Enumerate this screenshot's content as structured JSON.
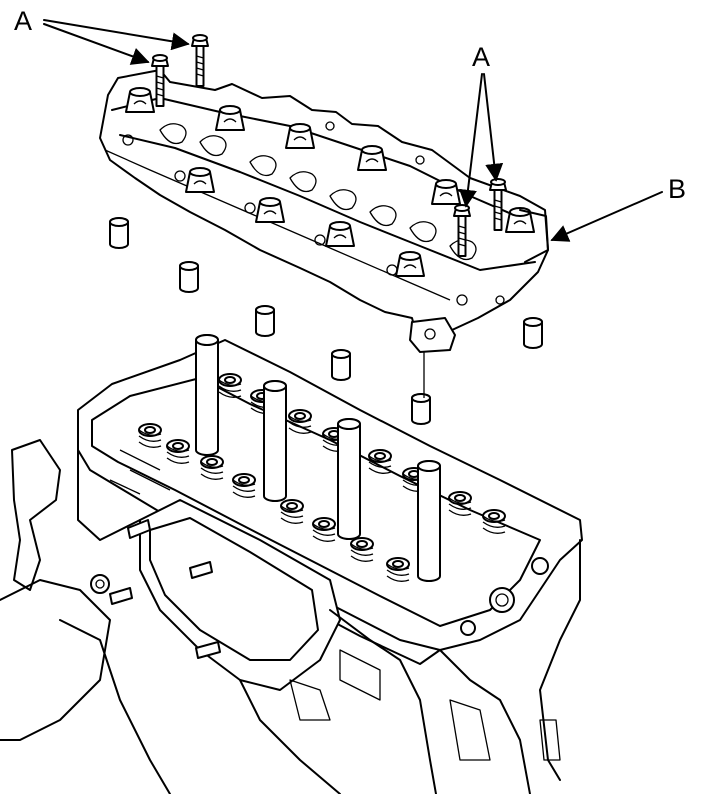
{
  "callouts": {
    "a_left": "A",
    "a_right": "A",
    "b": "B"
  },
  "colors": {
    "ink": "#000000",
    "paper": "#ffffff"
  }
}
